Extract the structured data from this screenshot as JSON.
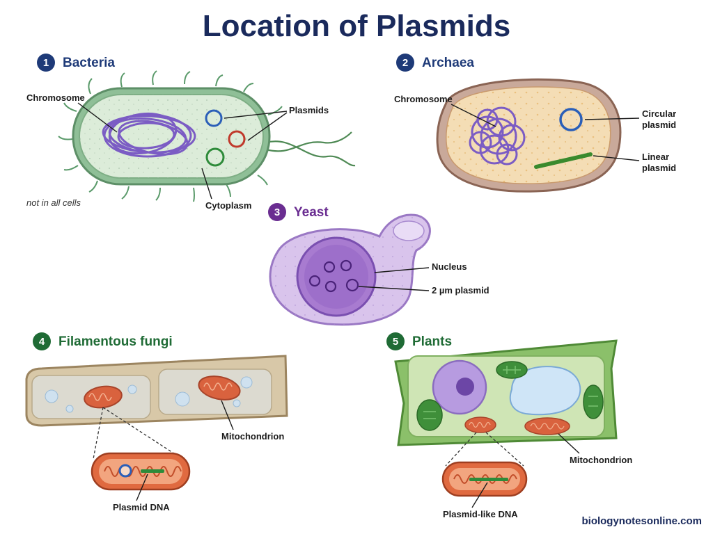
{
  "title": "Location of Plasmids",
  "sections": [
    {
      "num": "1",
      "name": "Bacteria",
      "color": "#1e3a78"
    },
    {
      "num": "2",
      "name": "Archaea",
      "color": "#1e3a78"
    },
    {
      "num": "3",
      "name": "Yeast",
      "color": "#6a2d91"
    },
    {
      "num": "4",
      "name": "Filamentous fungi",
      "color": "#1f6b35"
    },
    {
      "num": "5",
      "name": "Plants",
      "color": "#1f6b35"
    }
  ],
  "labels": {
    "bacteria_chromosome": "Chromosome",
    "bacteria_plasmids": "Plasmids",
    "bacteria_cytoplasm": "Cytoplasm",
    "bacteria_note": "not in all cells",
    "archaea_chromosome": "Chromosome",
    "archaea_circular_1": "Circular",
    "archaea_circular_2": "plasmid",
    "archaea_linear_1": "Linear",
    "archaea_linear_2": "plasmid",
    "yeast_nucleus": "Nucleus",
    "yeast_plasmid": "2 µm plasmid",
    "fungi_mitochondrion": "Mitochondrion",
    "fungi_plasmid_dna": "Plasmid DNA",
    "plants_mitochondrion": "Mitochondrion",
    "plants_plasmid_dna": "Plasmid-like DNA"
  },
  "source": "biologynotesonline.com",
  "colors": {
    "title": "#1a2a5c",
    "plasmid_blue": "#2b5fb8",
    "plasmid_red": "#c0392b",
    "plasmid_green": "#2e8b3a",
    "chromosome": "#7b5cc4"
  }
}
